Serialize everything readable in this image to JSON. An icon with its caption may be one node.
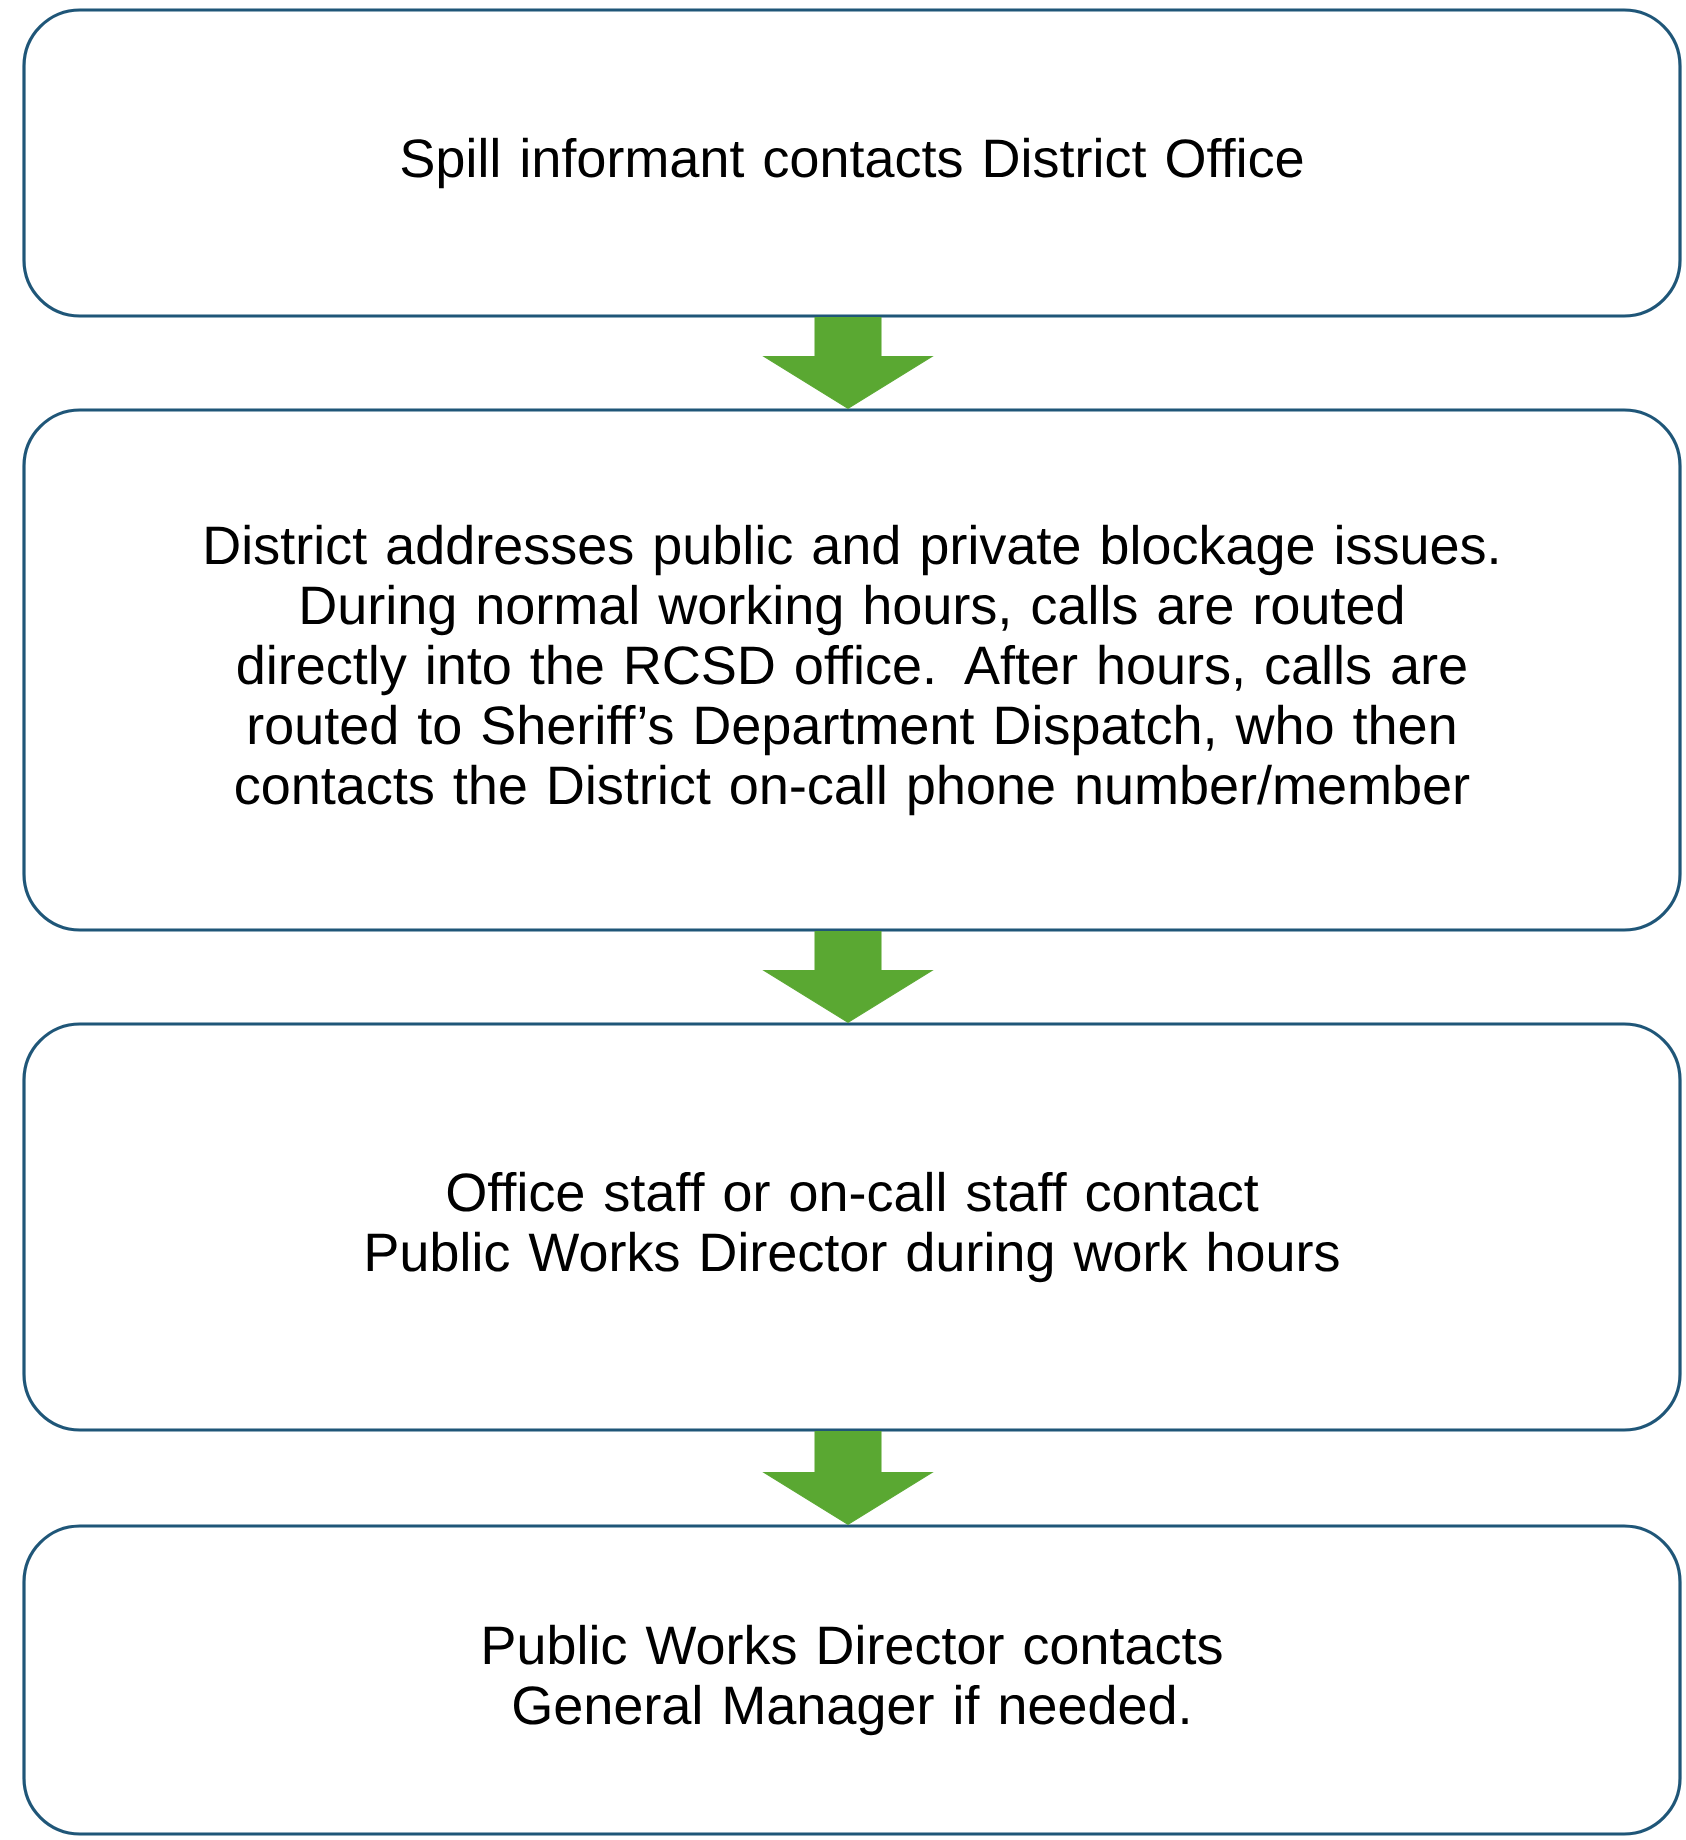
{
  "diagram": {
    "nodes": [
      {
        "text": [
          "Spill informant contacts District Office"
        ]
      },
      {
        "text": [
          "District addresses public and private blockage issues. During normal working hours, calls are routed directly into the RCSD office. After hours, calls are routed to Sheriff’s Department Dispatch, who then contacts the District on-call phone number/member"
        ]
      },
      {
        "text": [
          "Office staff or on-call staff contact Public Works Director during work hours"
        ]
      },
      {
        "text": [
          "Public Works Director contacts General Manager if needed."
        ]
      }
    ],
    "edges": [
      {
        "from": 0,
        "to": 1,
        "arrow": "to"
      },
      {
        "from": 1,
        "to": 2,
        "arrow": "to"
      },
      {
        "from": 2,
        "to": 3,
        "arrow": "to"
      }
    ]
  }
}
